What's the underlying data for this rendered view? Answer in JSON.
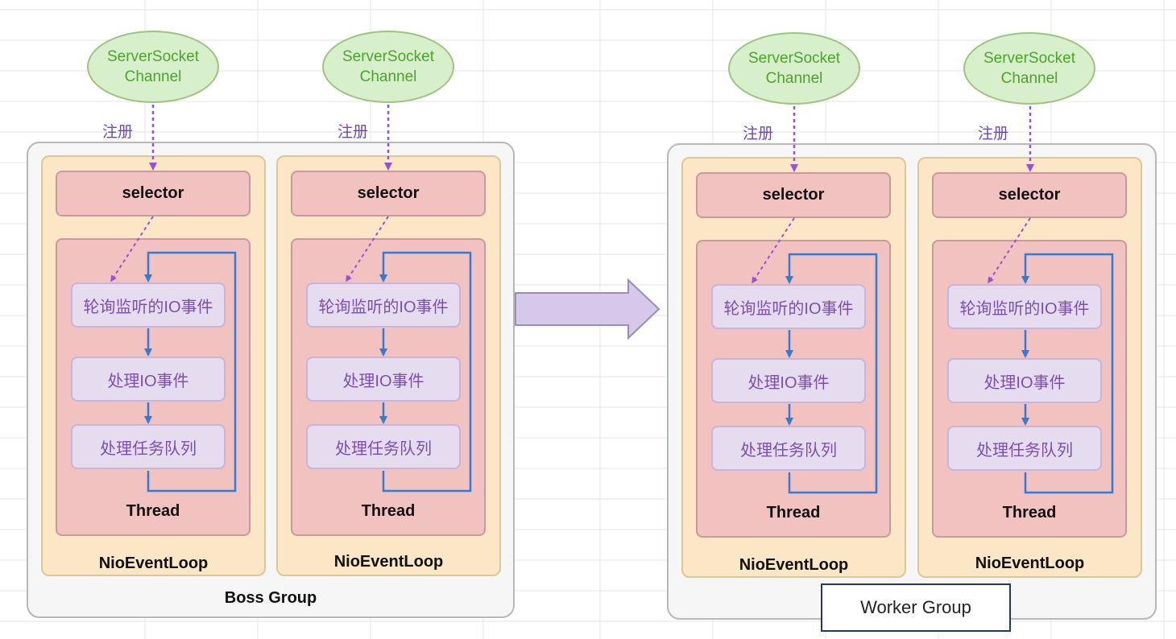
{
  "big_arrow_color": "#d6c8ea",
  "groups": [
    {
      "name": "Boss Group",
      "loops": [
        {
          "channel": [
            "ServerSocket",
            "Channel"
          ],
          "register": "注册",
          "selector": "selector",
          "steps": [
            "轮询监听的IO事件",
            "处理IO事件",
            "处理任务队列"
          ],
          "thread": "Thread",
          "loop": "NioEventLoop"
        },
        {
          "channel": [
            "ServerSocket",
            "Channel"
          ],
          "register": "注册",
          "selector": "selector",
          "steps": [
            "轮询监听的IO事件",
            "处理IO事件",
            "处理任务队列"
          ],
          "thread": "Thread",
          "loop": "NioEventLoop"
        }
      ]
    },
    {
      "name": "Worker Group",
      "loops": [
        {
          "channel": [
            "ServerSocket",
            "Channel"
          ],
          "register": "注册",
          "selector": "selector",
          "steps": [
            "轮询监听的IO事件",
            "处理IO事件",
            "处理任务队列"
          ],
          "thread": "Thread",
          "loop": "NioEventLoop"
        },
        {
          "channel": [
            "ServerSocket",
            "Channel"
          ],
          "register": "注册",
          "selector": "selector",
          "steps": [
            "轮询监听的IO事件",
            "处理IO事件",
            "处理任务队列"
          ],
          "thread": "Thread",
          "loop": "NioEventLoop"
        }
      ]
    }
  ]
}
